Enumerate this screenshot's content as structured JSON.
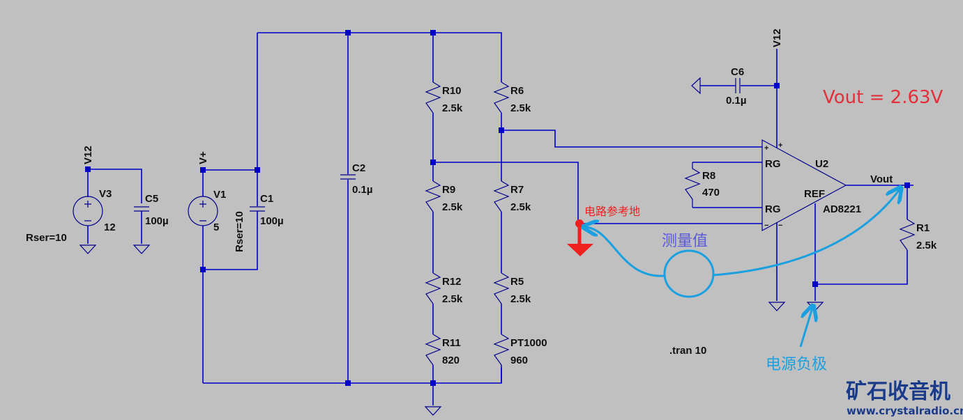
{
  "title": "AD8221 PT1000 bridge schematic",
  "colors": {
    "background": "#c0c0c0",
    "wire": "#0000c8",
    "vout_note": "#e0303a",
    "reference_ground": "#ee2020",
    "annotation": "#1aa0e0",
    "measurement_note": "#5a5ad8"
  },
  "nets": {
    "v12_left": "V12",
    "v12_right": "V12",
    "vplus": "V+",
    "vout": "Vout"
  },
  "components": {
    "V3": {
      "name": "V3",
      "value": "12",
      "rser": "Rser=10"
    },
    "C5": {
      "name": "C5",
      "value": "100µ"
    },
    "V1": {
      "name": "V1",
      "value": "5",
      "rser": "Rser=10"
    },
    "C1": {
      "name": "C1",
      "value": "100µ"
    },
    "C2": {
      "name": "C2",
      "value": "0.1µ"
    },
    "R10": {
      "name": "R10",
      "value": "2.5k"
    },
    "R9": {
      "name": "R9",
      "value": "2.5k"
    },
    "R12": {
      "name": "R12",
      "value": "2.5k"
    },
    "R11": {
      "name": "R11",
      "value": "820"
    },
    "R6": {
      "name": "R6",
      "value": "2.5k"
    },
    "R7": {
      "name": "R7",
      "value": "2.5k"
    },
    "R5": {
      "name": "R5",
      "value": "2.5k"
    },
    "PT1000": {
      "name": "PT1000",
      "value": "960"
    },
    "R8": {
      "name": "R8",
      "value": "470"
    },
    "C6": {
      "name": "C6",
      "value": "0.1µ"
    },
    "U2": {
      "name": "U2",
      "part": "AD8221",
      "pin_rg1": "RG",
      "pin_rg2": "RG",
      "pin_ref": "REF",
      "pin_plus": "+",
      "pin_minus": "−",
      "pin_vs_plus": "+",
      "pin_vs_minus": "−"
    },
    "R1": {
      "name": "R1",
      "value": "2.5k"
    }
  },
  "directive": ".tran 10",
  "annotations": {
    "vout_result": "Vout = 2.63V",
    "reference_ground": "电路参考地",
    "measured_value": "测量值",
    "supply_negative": "电源负极"
  },
  "watermark": {
    "name": "矿石收音机",
    "url": "www.crystalradio.cn"
  }
}
